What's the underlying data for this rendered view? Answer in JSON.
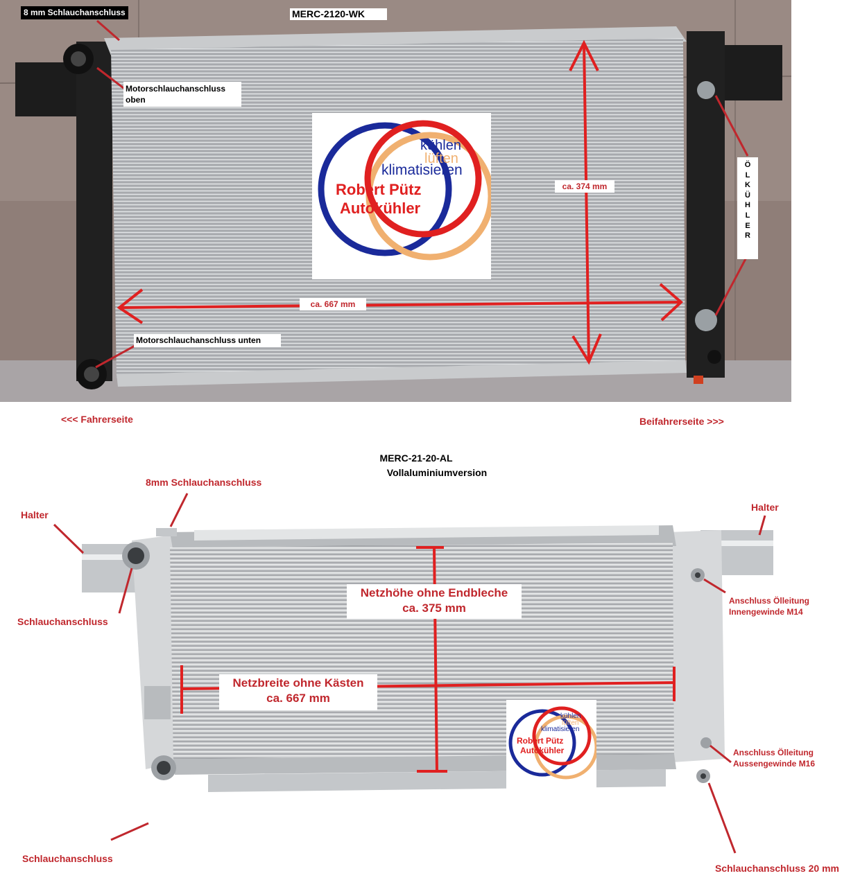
{
  "top": {
    "product_code": "MERC-2120-WK",
    "label_hose_8mm": "8 mm Schlauchanschluss",
    "label_motor_top": "Motorschlauchanschluss oben",
    "label_motor_bottom": "Motorschlauchanschluss unten",
    "height_label": "ca. 374 mm",
    "width_label": "ca. 667 mm",
    "oil_cooler_label": [
      "Ö",
      "L",
      "K",
      "Ü",
      "H",
      "L",
      "E",
      "R"
    ]
  },
  "sides": {
    "driver": "<<< Fahrerseite",
    "passenger": "Beifahrerseite >>>"
  },
  "bottom": {
    "product_code": "MERC-21-20-AL",
    "subtitle": "Vollaluminiumversion",
    "label_hose_8mm": "8mm Schlauchanschluss",
    "label_holder_left": "Halter",
    "label_holder_right": "Halter",
    "label_hose_left_top": "Schlauchanschluss",
    "label_hose_left_bottom": "Schlauchanschluss",
    "label_hose_right_bottom": "Schlauchanschluss 20 mm",
    "label_oil_top_line1": "Anschluss Ölleitung",
    "label_oil_top_line2": "Innengewinde M14",
    "label_oil_bottom_line1": "Anschluss Ölleitung",
    "label_oil_bottom_line2": "Aussengewinde M16",
    "height_line1": "Netzhöhe ohne Endbleche",
    "height_line2": "ca. 375 mm",
    "width_line1": "Netzbreite ohne Kästen",
    "width_line2": "ca. 667 mm"
  },
  "logo": {
    "line1": "kühlen",
    "line2": "lüften",
    "line3": "klimatisieren",
    "line4": "Robert Pütz",
    "line5": "Autokühler"
  },
  "colors": {
    "annotation_red": "#c0272d",
    "logo_red": "#e02020",
    "logo_blue": "#1a2a9a",
    "logo_orange": "#f0b070"
  }
}
